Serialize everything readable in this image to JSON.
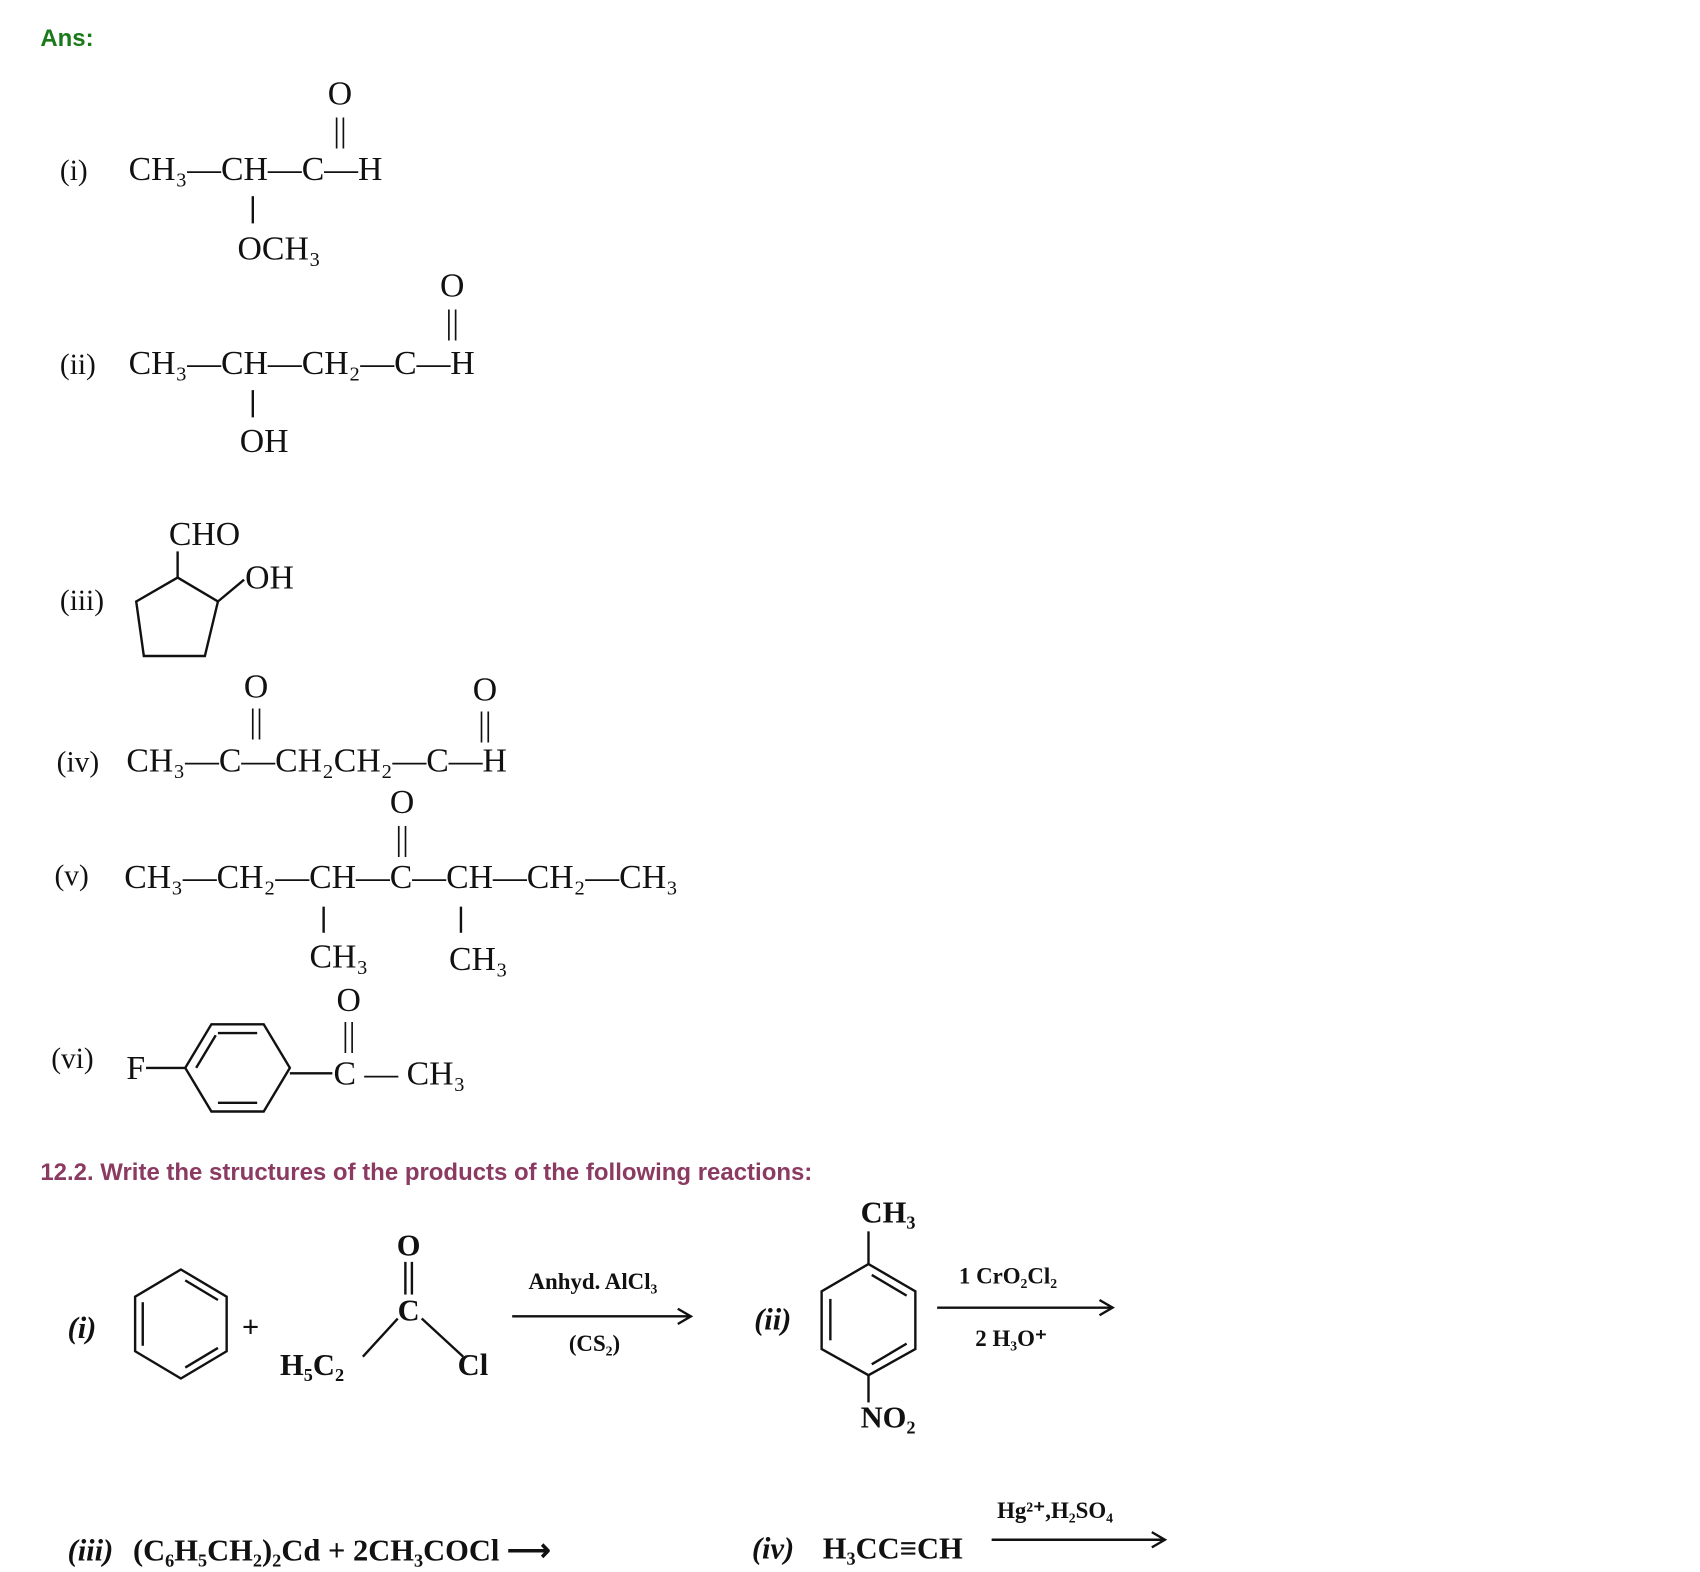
{
  "answer_label": "Ans:",
  "colors": {
    "answer": "#1a7a1a",
    "question": "#8b3a62"
  },
  "answers": [
    {
      "label": "(i)",
      "chain": "CH₃—CH—C—H",
      "top": "O",
      "double_bond": "||",
      "branch": "OCH₃"
    },
    {
      "label": "(ii)",
      "chain": "CH₃—CH—CH₂—C—H",
      "top": "O",
      "double_bond": "||",
      "branch": "OH"
    },
    {
      "label": "(iii)",
      "top": "CHO",
      "side": "OH"
    },
    {
      "label": "(iv)",
      "chain": "CH₃—C—CH₂CH₂—C—H",
      "top1": "O",
      "top2": "O",
      "double_bond": "||"
    },
    {
      "label": "(v)",
      "chain": "CH₃—CH₂—CH—C—CH—CH₂—CH₃",
      "top": "O",
      "double_bond": "||",
      "branch1": "CH₃",
      "branch2": "CH₃"
    },
    {
      "label": "(vi)",
      "left": "F",
      "right": "C — CH₃",
      "top": "O",
      "double_bond": "||"
    }
  ],
  "question": "12.2. Write the structures of the products of the following reactions:",
  "reactions": [
    {
      "label": "(i)",
      "plus": "+",
      "carbonyl_c": "C",
      "carbonyl_o": "O",
      "left_group": "H₅C₂",
      "right_group": "Cl",
      "reagent_top": "Anhyd. AlCl₃",
      "reagent_bottom": "(CS₂)"
    },
    {
      "label": "(ii)",
      "top_group": "CH₃",
      "bottom_group": "NO₂",
      "reagent_top": "1 CrO₂Cl₂",
      "reagent_bottom": "2 H₃O⁺"
    },
    {
      "label": "(iii)",
      "equation": "(C₆H₅CH₂)₂Cd + 2CH₃COCl ⟶"
    },
    {
      "label": "(iv)",
      "equation": "H₃CC≡CH",
      "reagent_top": "Hg²⁺,H₂SO₄"
    }
  ]
}
